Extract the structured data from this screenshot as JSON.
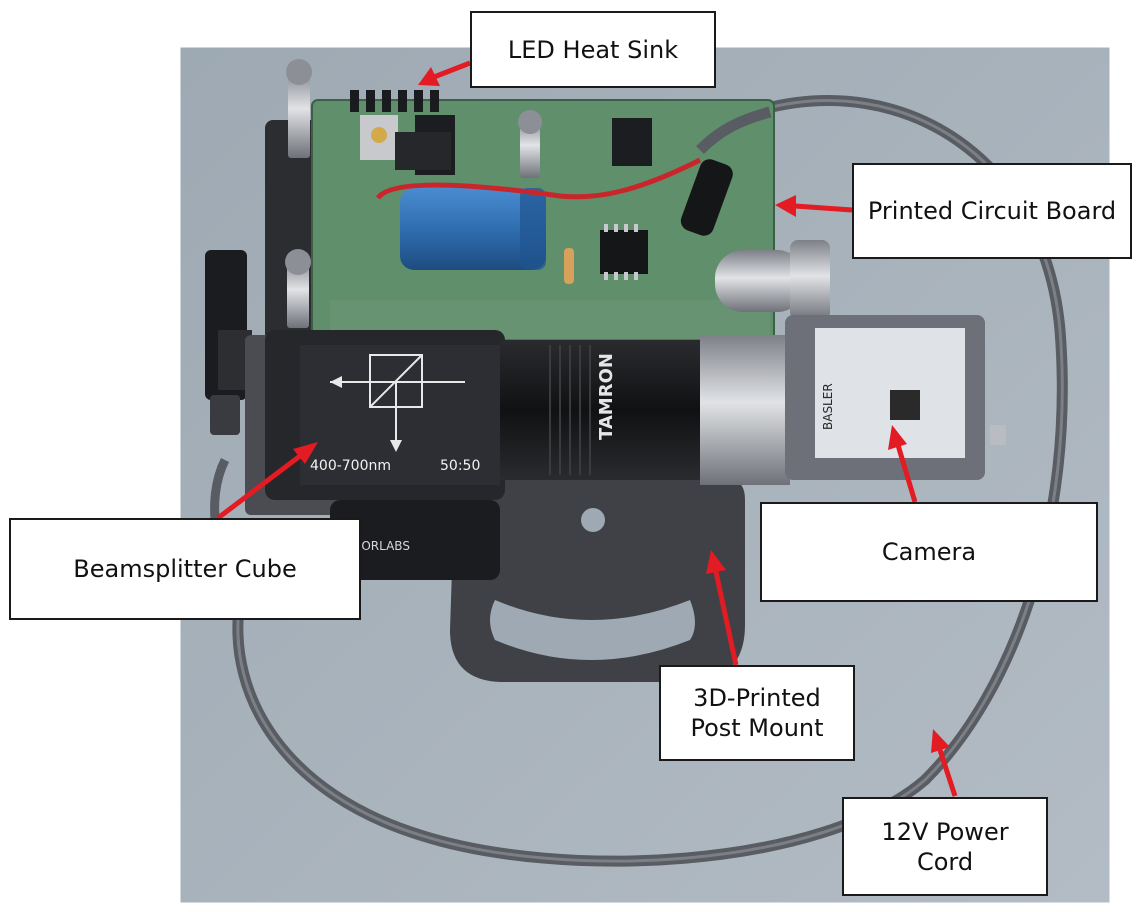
{
  "colors": {
    "background_panel": "#a7b1ba",
    "pcb_green": "#5f8f6b",
    "arrow_red": "#e31b23",
    "capacitor_blue": "#2f6eb0",
    "cable_gray": "#595c62",
    "mount_gray": "#3f4147"
  },
  "component_markings": {
    "beamsplitter_range": "400-700nm",
    "beamsplitter_ratio": "50:50",
    "lens_brand": "TAMRON",
    "camera_brand": "BASLER",
    "mount_brand": "THORLABS"
  },
  "callouts": {
    "led_heat_sink": "LED Heat Sink",
    "printed_circuit_board": "Printed Circuit Board",
    "camera": "Camera",
    "beamsplitter_cube": "Beamsplitter Cube",
    "post_mount": "3D-Printed\nPost Mount",
    "power_cord": "12V Power\nCord"
  }
}
